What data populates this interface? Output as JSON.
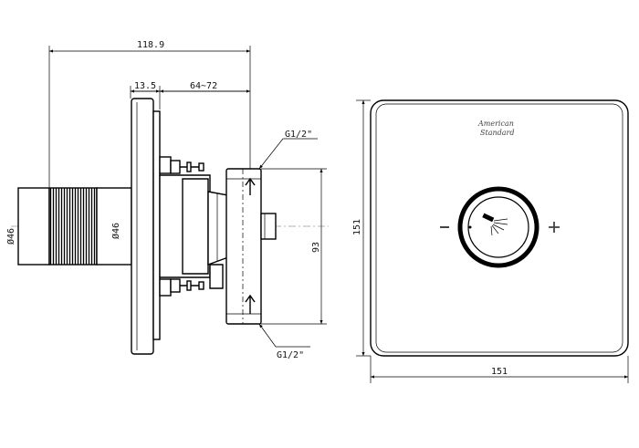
{
  "side_view": {
    "dim_total": "118.9",
    "dim_flange": "13.5",
    "dim_depth": "64~72",
    "dim_inlet_top": "G1/2\"",
    "dim_inlet_bottom": "G1/2\"",
    "dim_knob_dia": "Ø46",
    "dim_stem_dia": "Ø46",
    "dim_body_height": "93"
  },
  "front_view": {
    "brand_line1": "American",
    "brand_line2": "Standard",
    "minus_label": "–",
    "plus_label": "+",
    "dim_width": "151",
    "dim_height": "151"
  }
}
